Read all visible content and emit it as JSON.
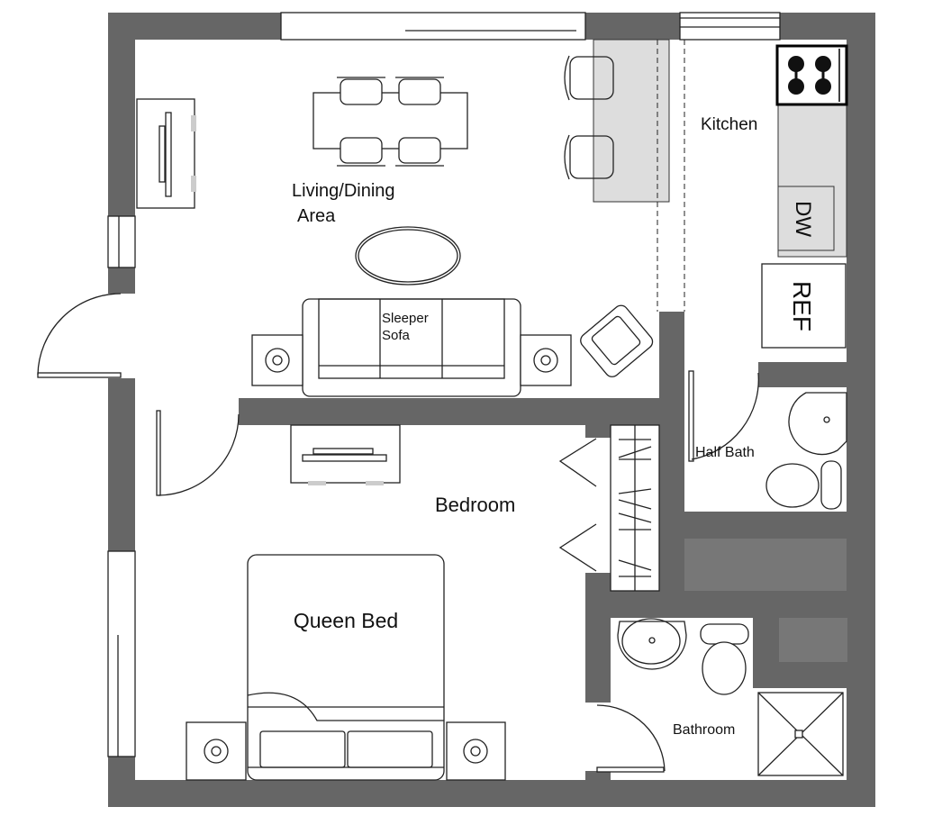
{
  "title": "Apartment Floor Plan",
  "labels": {
    "living_dining": [
      "Living/Dining",
      "Area"
    ],
    "kitchen": "Kitchen",
    "dishwasher": "DW",
    "refrigerator": "REF",
    "sleeper_sofa": [
      "Sleeper",
      "Sofa"
    ],
    "half_bath": "Half Bath",
    "bedroom": "Bedroom",
    "queen_bed": "Queen Bed",
    "bathroom": "Bathroom"
  },
  "colors": {
    "wall": "#666666",
    "counter": "#dddddd",
    "shaft": "#777777"
  }
}
